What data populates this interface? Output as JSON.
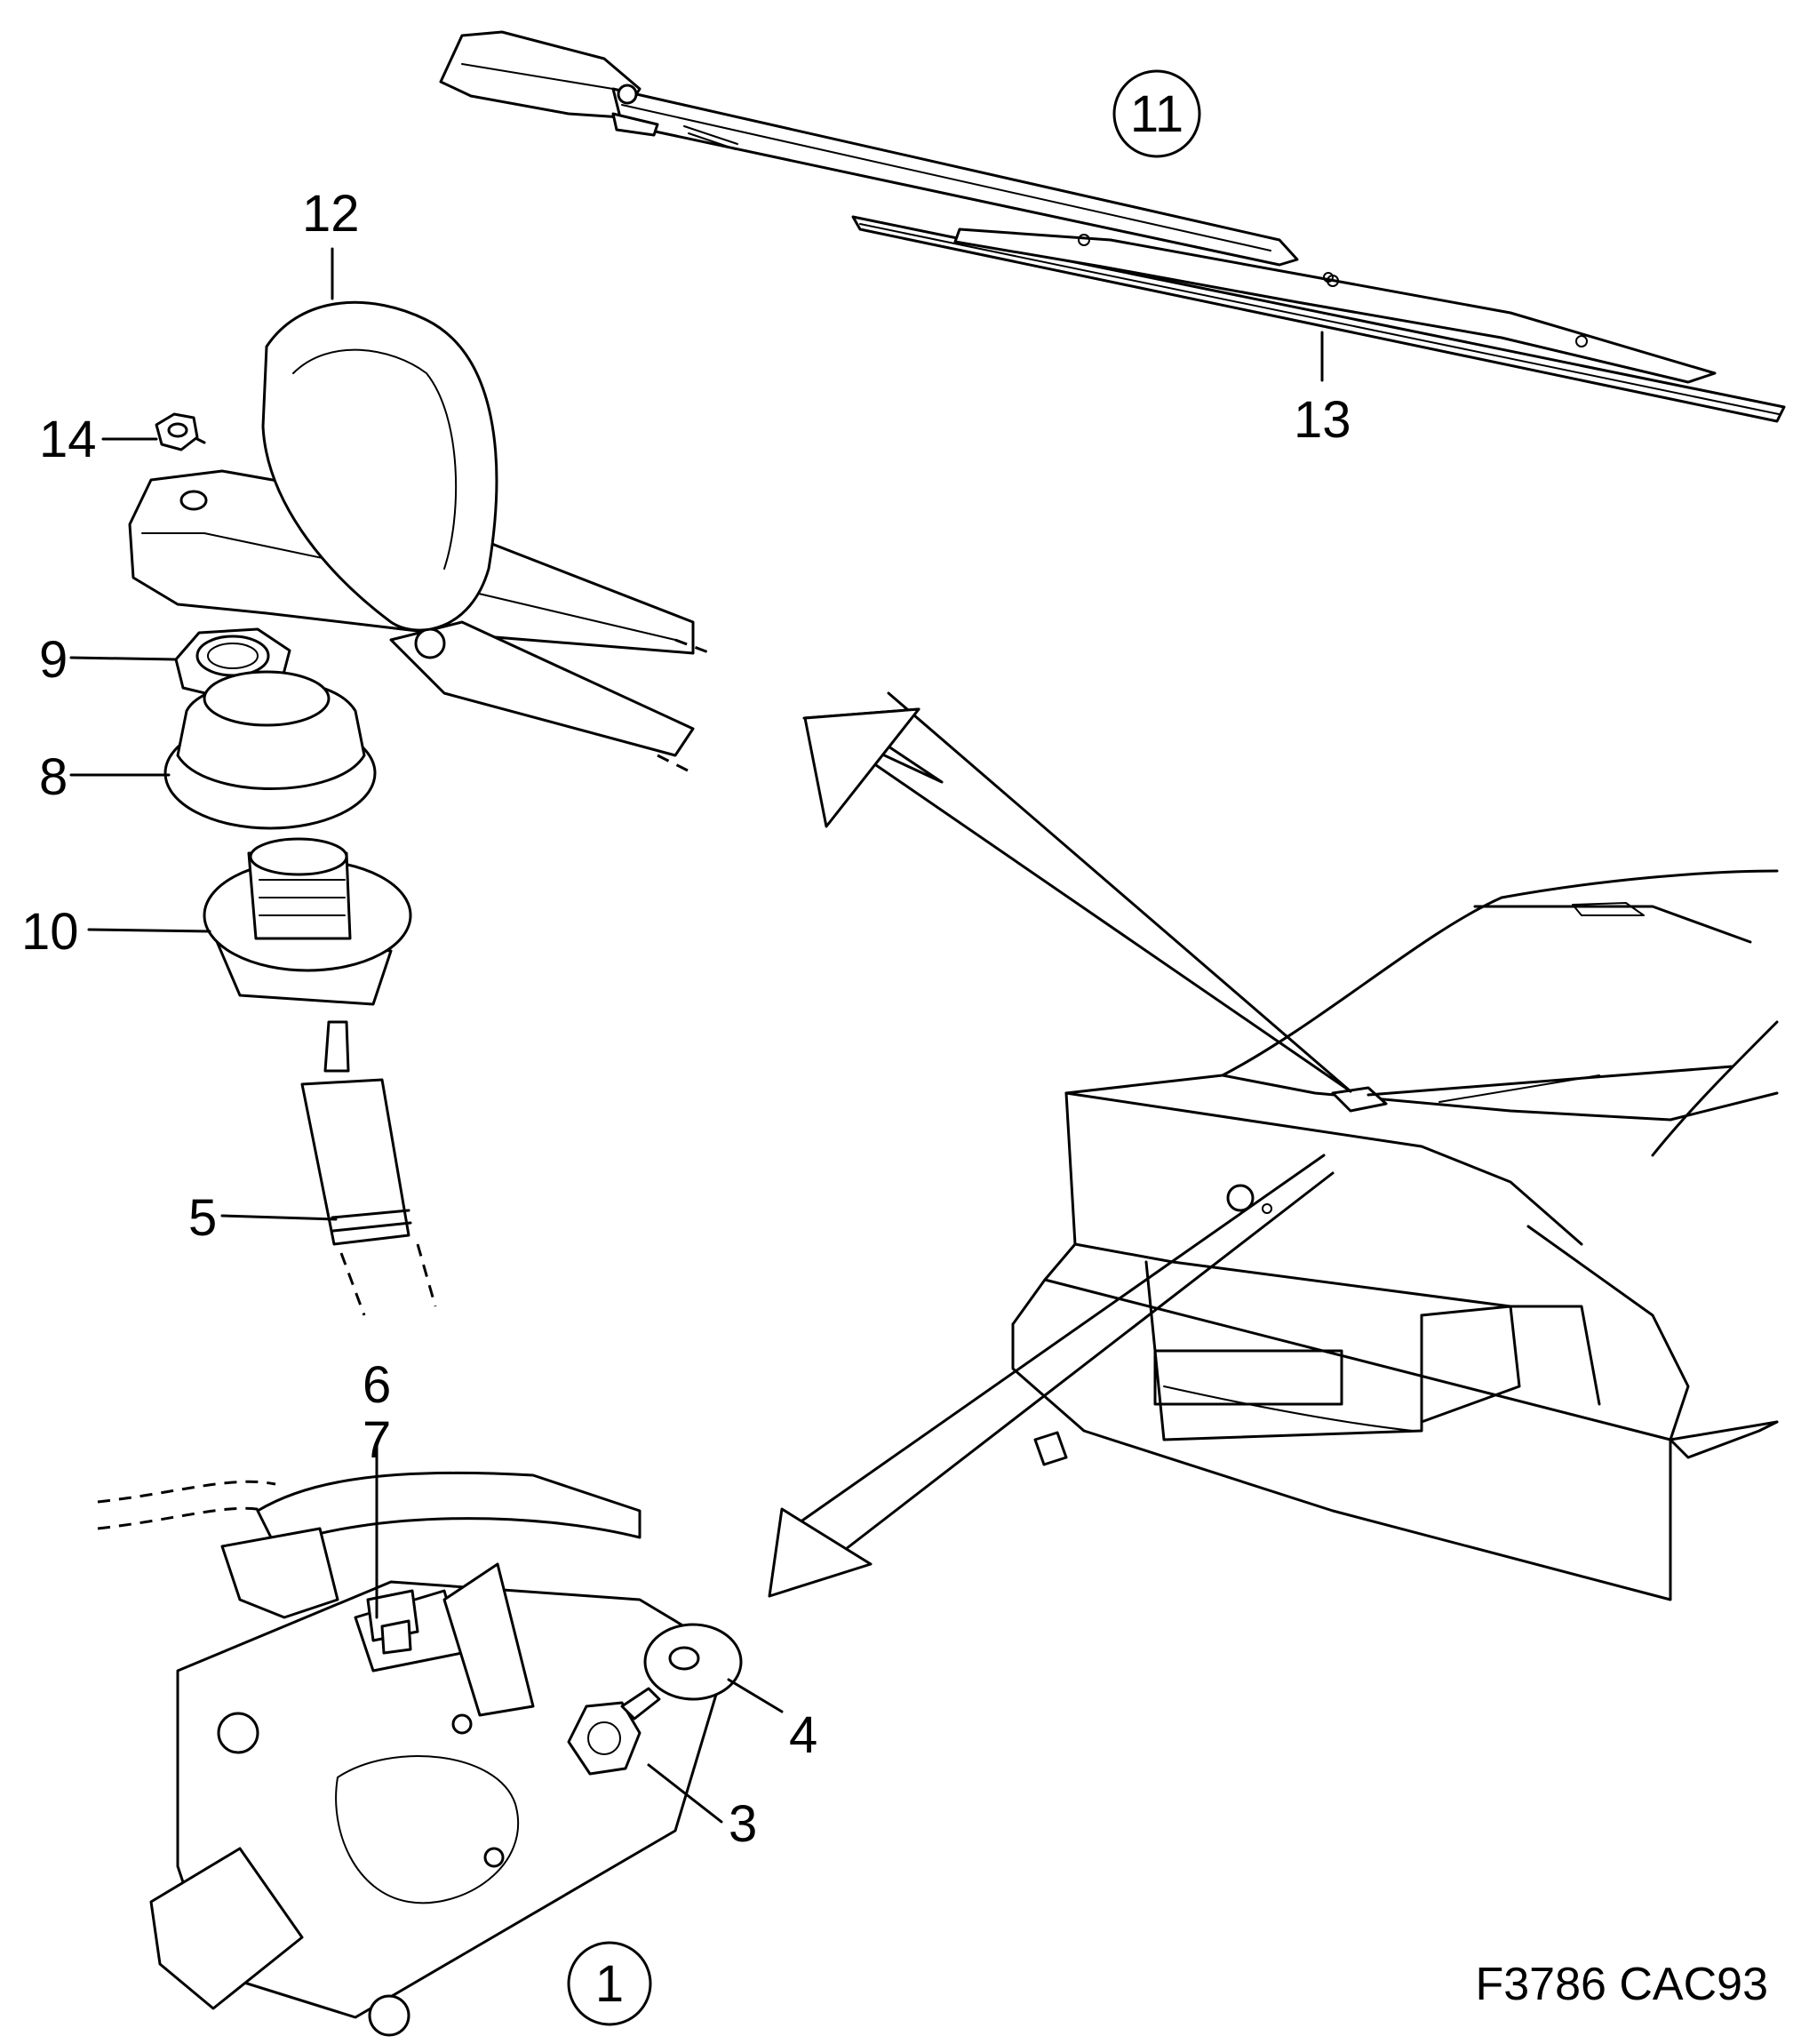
{
  "labels": {
    "l1": "1",
    "l3": "3",
    "l4": "4",
    "l5": "5",
    "l6": "6",
    "l7": "7",
    "l8": "8",
    "l9": "9",
    "l10": "10",
    "l11": "11",
    "l12": "12",
    "l13": "13",
    "l14": "14"
  },
  "figure_code": "F3786 CAC93"
}
